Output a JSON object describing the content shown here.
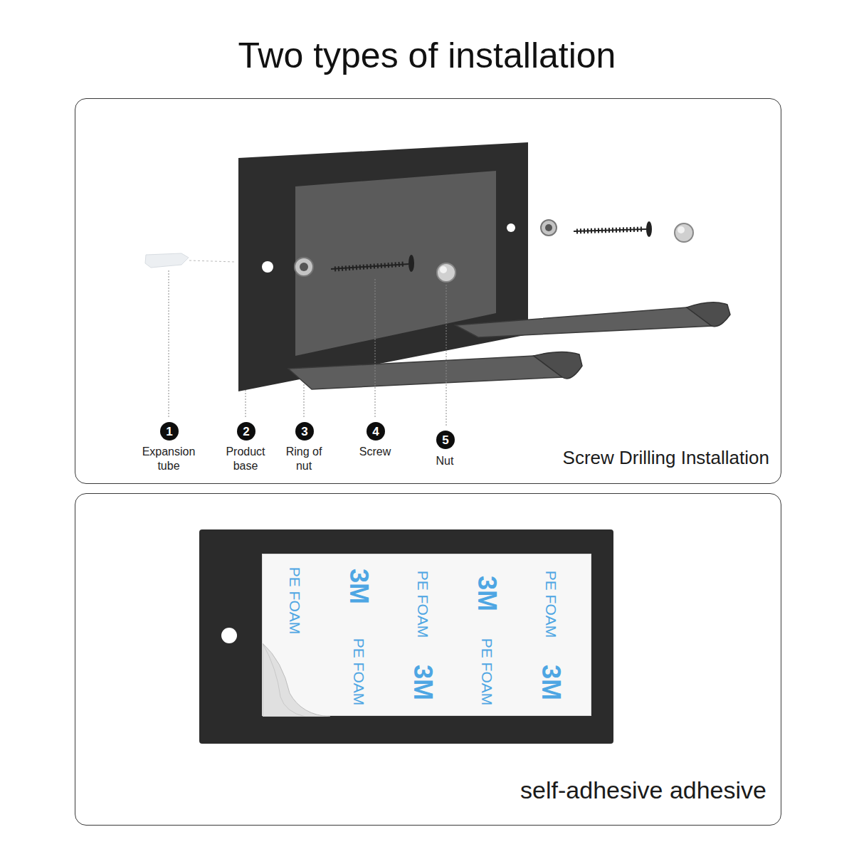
{
  "diagram": {
    "title": "Two types of installation",
    "nodes": [
      {
        "text": [
          "Screw Drilling Installation"
        ]
      },
      {
        "text": [
          "1"
        ],
        "in": 0
      },
      {
        "text": [
          "2"
        ],
        "in": 0
      },
      {
        "text": [
          "3"
        ],
        "in": 0
      },
      {
        "text": [
          "4"
        ],
        "in": 0
      },
      {
        "text": [
          "5"
        ],
        "in": 0
      },
      {
        "text": [
          "self-adhesive adhesive"
        ]
      },
      {
        "text": [
          "PE FOAM",
          "3M",
          "PE FOAM",
          "PE FOAM",
          "3M",
          "3M",
          "PE FOAM",
          "PE FOAM",
          "3M"
        ],
        "in": 6
      }
    ],
    "labels": [
      "Expansion tube",
      "Product base",
      "Ring of nut",
      "Screw",
      "Nut"
    ]
  }
}
